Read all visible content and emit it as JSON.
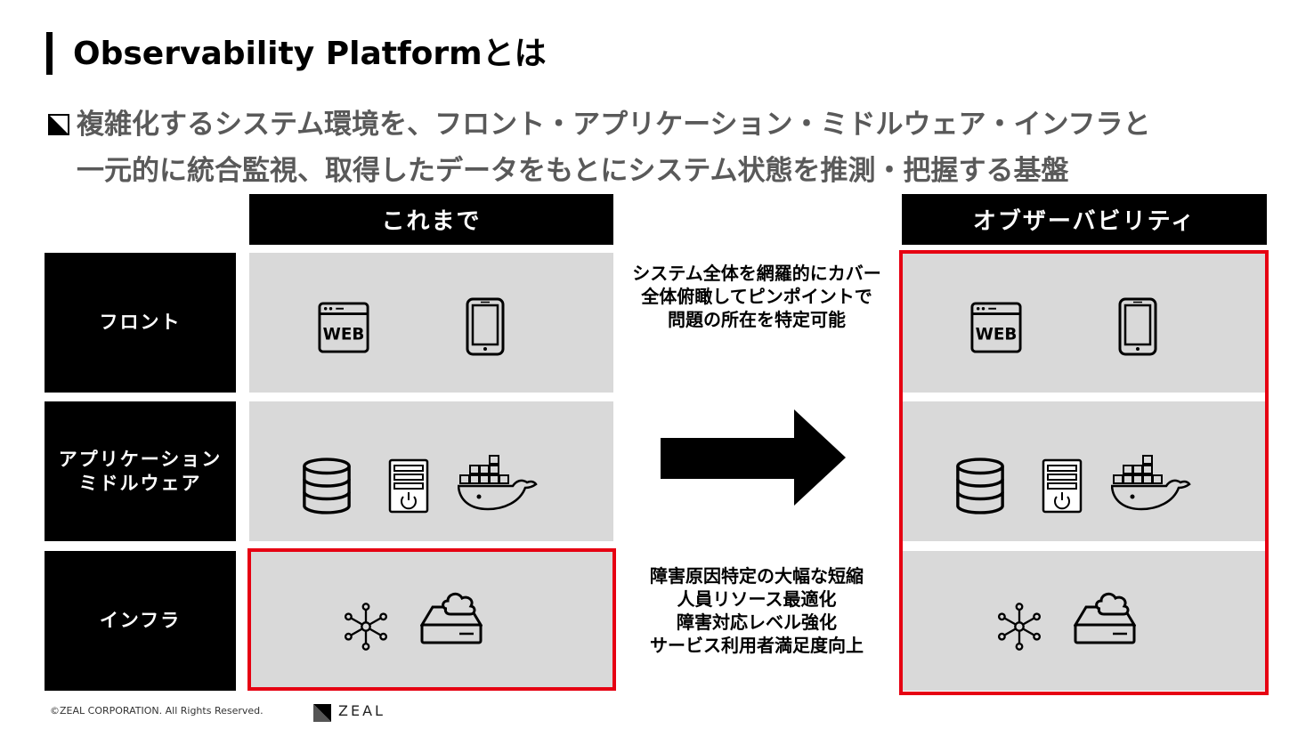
{
  "title": "Observability Platformとは",
  "subtitle": {
    "line1": "複雑化するシステム環境を、フロント・アプリケーション・ミドルウェア・インフラと",
    "line2": "一元的に統合監視、取得したデータをもとにシステム状態を推測・把握する基盤"
  },
  "columns": {
    "before": "これまで",
    "after": "オブザーバビリティ"
  },
  "rows": {
    "front": "フロント",
    "app_line1": "アプリケーション",
    "app_line2": "ミドルウェア",
    "infra": "インフラ"
  },
  "icons": {
    "web": "web-browser-icon",
    "mobile": "smartphone-icon",
    "database": "database-icon",
    "server": "server-tower-icon",
    "docker": "docker-whale-icon",
    "network": "network-hub-icon",
    "cloud_storage": "cloud-storage-icon",
    "web_label": "WEB"
  },
  "description_top": {
    "line1": "システム全体を網羅的にカバー",
    "line2": "全体俯瞰してピンポイントで",
    "line3": "問題の所在を特定可能"
  },
  "description_bottom": {
    "line1": "障害原因特定の大幅な短縮",
    "line2": "人員リソース最適化",
    "line3": "障害対応レベル強化",
    "line4": "サービス利用者満足度向上"
  },
  "footer": {
    "copyright": "©ZEAL CORPORATION. All Rights Reserved.",
    "logo": "ZEAL"
  },
  "colors": {
    "highlight": "#e60012",
    "cell_bg": "#d9d9d9",
    "header_bg": "#000000"
  }
}
